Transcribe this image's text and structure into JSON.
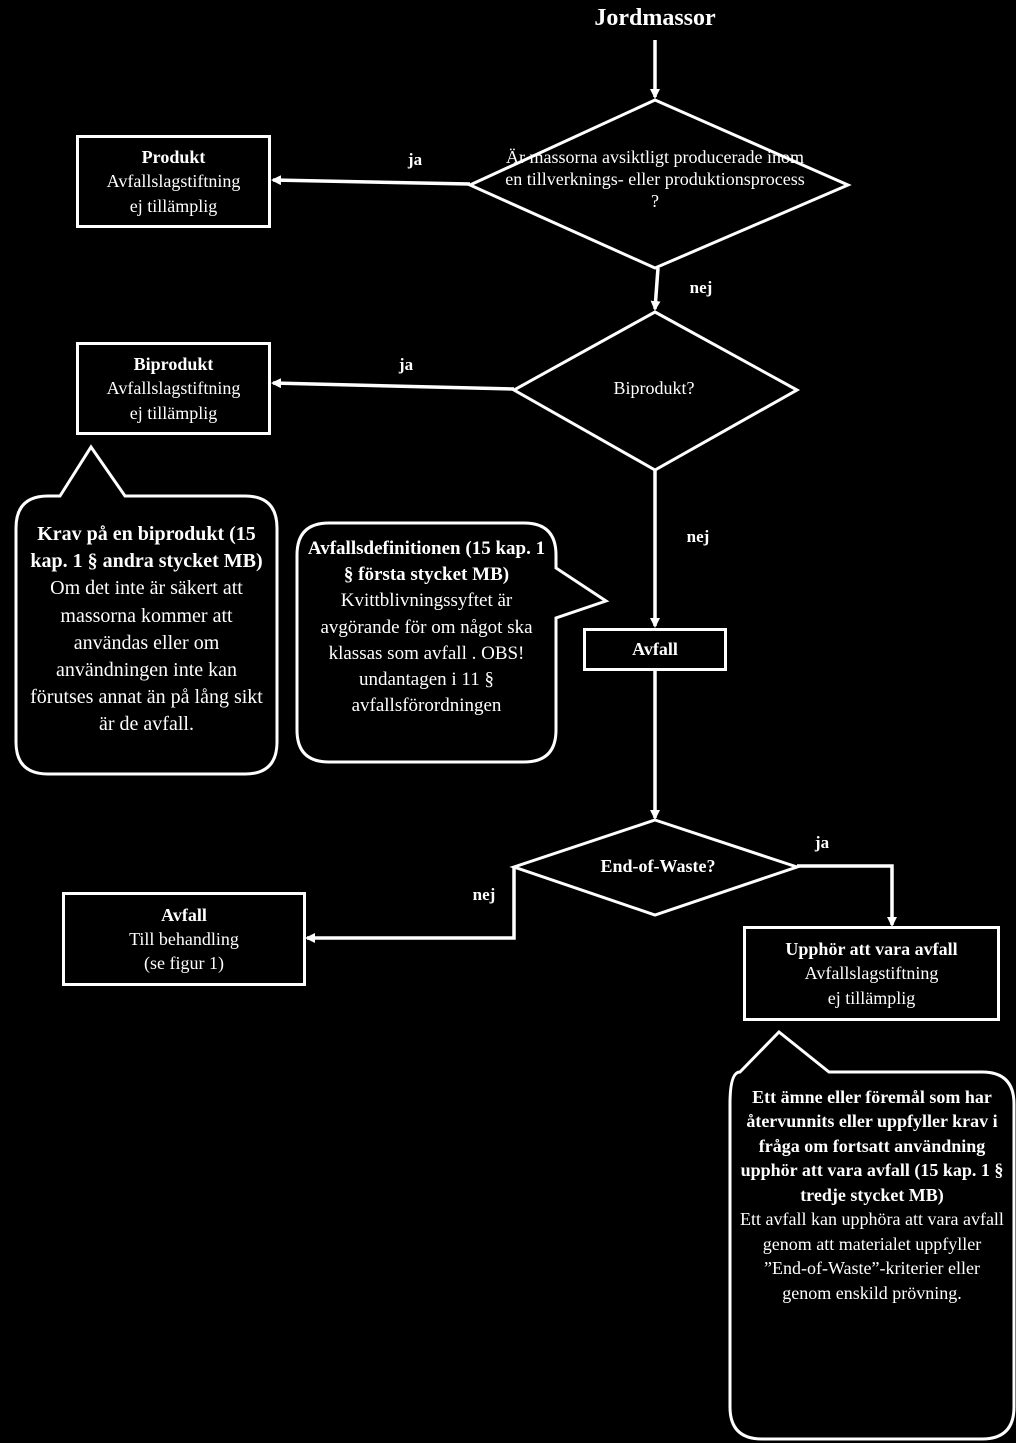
{
  "title": "Jordmassor",
  "decision1": "Är massorna avsiktligt producerade inom en tillverknings- eller produktionsprocess ?",
  "decision2": "Biprodukt?",
  "decision3": "End-of-Waste?",
  "edges": {
    "ja": "ja",
    "nej": "nej"
  },
  "box_produkt": {
    "title": "Produkt",
    "line1": "Avfallslagstiftning",
    "line2": "ej tillämplig"
  },
  "box_biprodukt": {
    "title": "Biprodukt",
    "line1": "Avfallslagstiftning",
    "line2": "ej tillämplig"
  },
  "box_avfall_mid": {
    "title": "Avfall"
  },
  "box_avfall_treat": {
    "title": "Avfall",
    "line1": "Till behandling",
    "line2": "(se figur 1)"
  },
  "box_upphor": {
    "title": "Upphör att vara avfall",
    "line1": "Avfallslagstiftning",
    "line2": "ej tillämplig"
  },
  "callout_biprodukt": {
    "heading": "Krav på en biprodukt (15 kap. 1 § andra stycket MB)",
    "body": "Om det inte är säkert att massorna kommer att användas eller om användningen inte kan förutses annat än på lång sikt är de avfall."
  },
  "callout_avfallsdef": {
    "heading": "Avfallsdefinitionen (15 kap. 1 § första stycket MB)",
    "body": "Kvittblivningssyftet är avgörande för om något ska klassas som avfall . OBS! undantagen i 11 § avfallsförordningen"
  },
  "callout_eow": {
    "heading": "Ett ämne eller föremål som har återvunnits eller uppfyller krav i fråga om fortsatt användning upphör att vara avfall (15 kap. 1 § tredje stycket MB)",
    "body": "Ett avfall kan upphöra att vara avfall genom att materialet uppfyller ”End-of-Waste”-kriterier eller genom enskild prövning."
  }
}
